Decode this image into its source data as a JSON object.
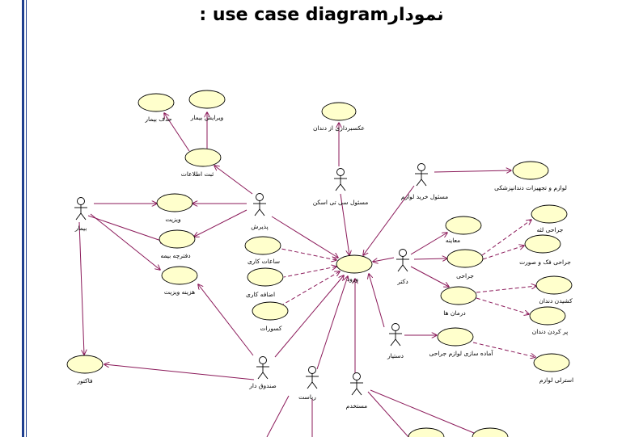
{
  "title": {
    "colon": ":",
    "en": "use case diagram",
    "fa": "نمودار"
  },
  "colors": {
    "line": "#8b1a5a",
    "ellipse_fill": "#ffffcc",
    "ellipse_stroke": "#000000",
    "frame": "#1f3f8f"
  },
  "actors": [
    {
      "id": "patient",
      "label": "بیمار"
    },
    {
      "id": "reception",
      "label": "پذیرش"
    },
    {
      "id": "ctscan",
      "label": "مسئول سی تی اسکن"
    },
    {
      "id": "purchase",
      "label": "مسئول خرید لوازم"
    },
    {
      "id": "doctor",
      "label": "دکتر"
    },
    {
      "id": "assistant",
      "label": "دستیار"
    },
    {
      "id": "cashier",
      "label": "صندوق دار"
    },
    {
      "id": "boss",
      "label": "رياست"
    },
    {
      "id": "employee",
      "label": "مستخدم"
    }
  ],
  "usecases": [
    {
      "id": "uc_delete",
      "label": "حذف بیمار"
    },
    {
      "id": "uc_edit",
      "label": "ویرایش بیمار"
    },
    {
      "id": "uc_register",
      "label": "ثبت اطلاعات"
    },
    {
      "id": "uc_xray",
      "label": "عکسبرداری از دندان"
    },
    {
      "id": "uc_equip",
      "label": "لوازم و تجهیزات دندانپزشکی"
    },
    {
      "id": "uc_visit",
      "label": "ویزیت"
    },
    {
      "id": "uc_card",
      "label": "دفترچه بیمه"
    },
    {
      "id": "uc_fee",
      "label": "هزینه ویزیت"
    },
    {
      "id": "uc_hours",
      "label": "ساعات کاری"
    },
    {
      "id": "uc_overtime",
      "label": "اضافه کاری"
    },
    {
      "id": "uc_deduct",
      "label": "کسورات"
    },
    {
      "id": "uc_login",
      "label": "ورود"
    },
    {
      "id": "uc_exam",
      "label": "معاینه"
    },
    {
      "id": "uc_surgery",
      "label": "جراحی"
    },
    {
      "id": "uc_wisdom",
      "label": "جراحی لثه"
    },
    {
      "id": "uc_face",
      "label": "جراحی فک و صورت"
    },
    {
      "id": "uc_treat",
      "label": "درمان ها"
    },
    {
      "id": "uc_extract",
      "label": "کشیدن دندان"
    },
    {
      "id": "uc_fill",
      "label": "پر کردن دندان"
    },
    {
      "id": "uc_prep",
      "label": "آماده سازی لوازم جراحی"
    },
    {
      "id": "uc_usage",
      "label": "استرلی لوازم"
    },
    {
      "id": "uc_invoice",
      "label": "فاکتور"
    },
    {
      "id": "uc_b1",
      "label": ""
    },
    {
      "id": "uc_b2",
      "label": ""
    }
  ]
}
